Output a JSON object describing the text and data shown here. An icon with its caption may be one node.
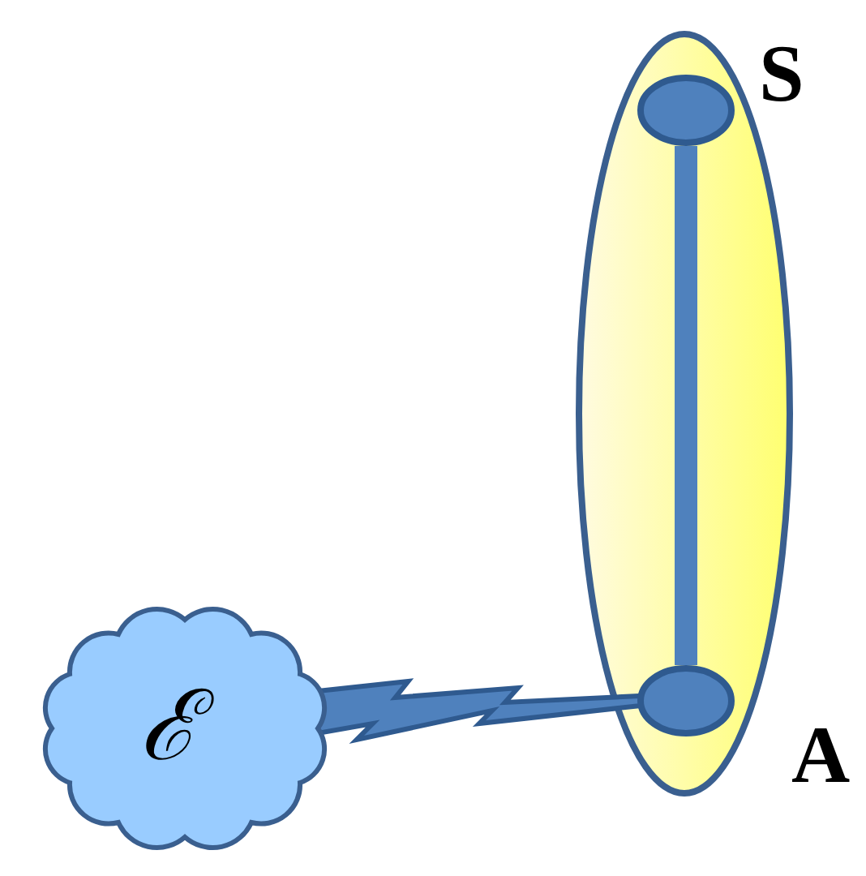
{
  "diagram": {
    "nodes": [
      {
        "text": [],
        "shape": "ellipse"
      },
      {
        "text": [
          "S"
        ],
        "in": 0
      },
      {
        "text": [
          "A"
        ],
        "in": 0
      },
      {
        "text": [
          "ℰ"
        ]
      }
    ],
    "edges": [
      {
        "from": 1,
        "to": 2,
        "arrow": "none"
      },
      {
        "from": 3,
        "to": 2,
        "arrow": "none"
      }
    ]
  }
}
